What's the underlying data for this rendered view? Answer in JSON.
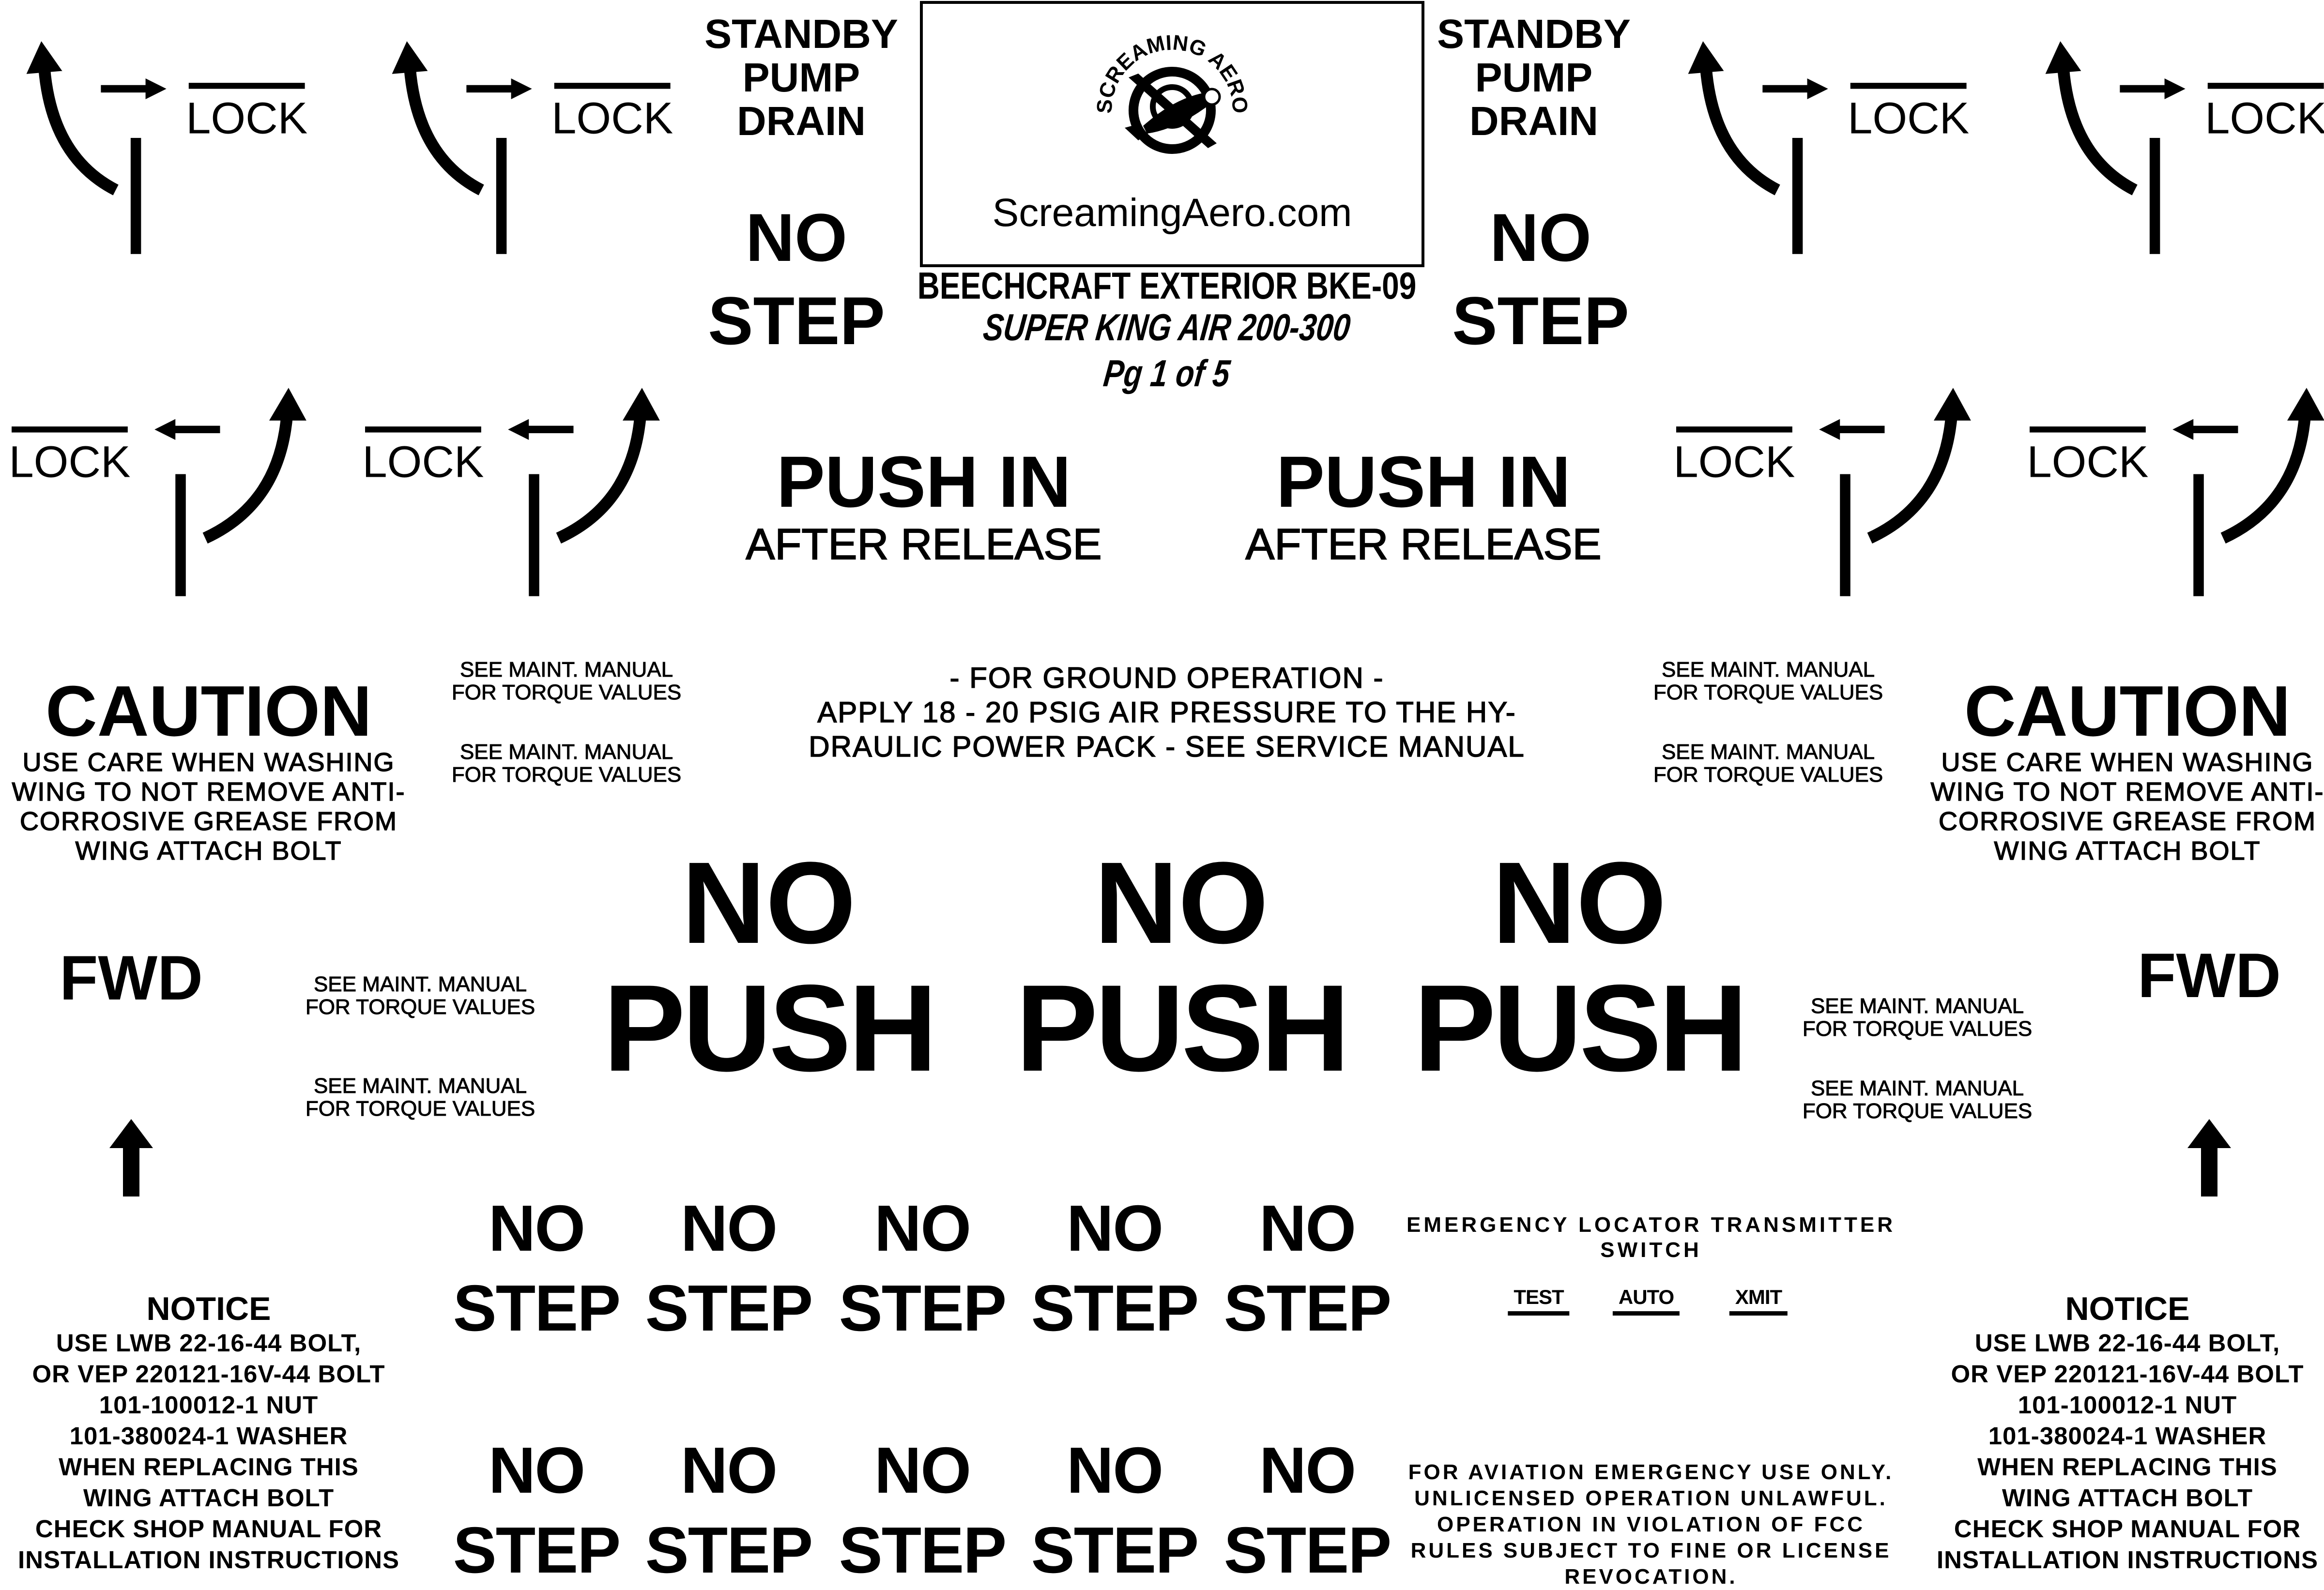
{
  "lock_label": "LOCK",
  "standby_left": {
    "lines": [
      "STANDBY",
      "PUMP",
      "DRAIN"
    ]
  },
  "standby_right": {
    "lines": [
      "STANDBY",
      "PUMP",
      "DRAIN"
    ]
  },
  "no_step_top_left": {
    "lines": [
      "NO",
      "STEP"
    ]
  },
  "no_step_top_right": {
    "lines": [
      "NO",
      "STEP"
    ]
  },
  "logo": {
    "brand_text": "SCREAMING AERO",
    "website": "ScreamingAero.com"
  },
  "title": {
    "line1": "BEECHCRAFT EXTERIOR BKE-09",
    "line2": "SUPER KING AIR 200-300",
    "page": "Pg 1 of 5"
  },
  "push_in": [
    {
      "title": "PUSH IN",
      "sub": "AFTER  RELEASE"
    },
    {
      "title": "PUSH IN",
      "sub": "AFTER  RELEASE"
    }
  ],
  "caution": {
    "heading": "CAUTION",
    "lines": [
      "USE CARE WHEN WASHING",
      "WING TO NOT REMOVE ANTI-",
      "CORROSIVE GREASE FROM",
      "WING ATTACH BOLT"
    ]
  },
  "maint_note": {
    "line1": "SEE MAINT. MANUAL",
    "line2": "FOR TORQUE VALUES"
  },
  "ground_operation": {
    "lines": [
      "- FOR GROUND OPERATION -",
      "APPLY 18 - 20 PSIG AIR PRESSURE TO THE HY-",
      "DRAULIC POWER PACK  -  SEE SERVICE MANUAL"
    ]
  },
  "fwd_label": "FWD",
  "no_push": [
    {
      "no": "NO",
      "push": "PUSH"
    },
    {
      "no": "NO",
      "push": "PUSH"
    },
    {
      "no": "NO",
      "push": "PUSH"
    }
  ],
  "no_step_grid": {
    "no": "NO",
    "step": "STEP",
    "columns": 5,
    "rows": 2
  },
  "elt": {
    "title_line1": "EMERGENCY  LOCATOR  TRANSMITTER",
    "title_line2": "SWITCH",
    "positions": [
      "TEST",
      "AUTO",
      "XMIT"
    ],
    "fcc_lines": [
      "FOR AVIATION EMERGENCY USE ONLY.",
      "UNLICENSED OPERATION UNLAWFUL.",
      "OPERATION IN VIOLATION OF FCC",
      "RULES SUBJECT TO FINE OR LICENSE",
      "REVOCATION."
    ]
  },
  "notice": {
    "heading": "NOTICE",
    "lines": [
      "USE LWB 22-16-44 BOLT,",
      "OR VEP 220121-16V-44 BOLT",
      "101-100012-1 NUT",
      "101-380024-1 WASHER",
      "WHEN REPLACING THIS",
      "WING ATTACH BOLT",
      "CHECK SHOP MANUAL FOR",
      "INSTALLATION INSTRUCTIONS"
    ]
  }
}
